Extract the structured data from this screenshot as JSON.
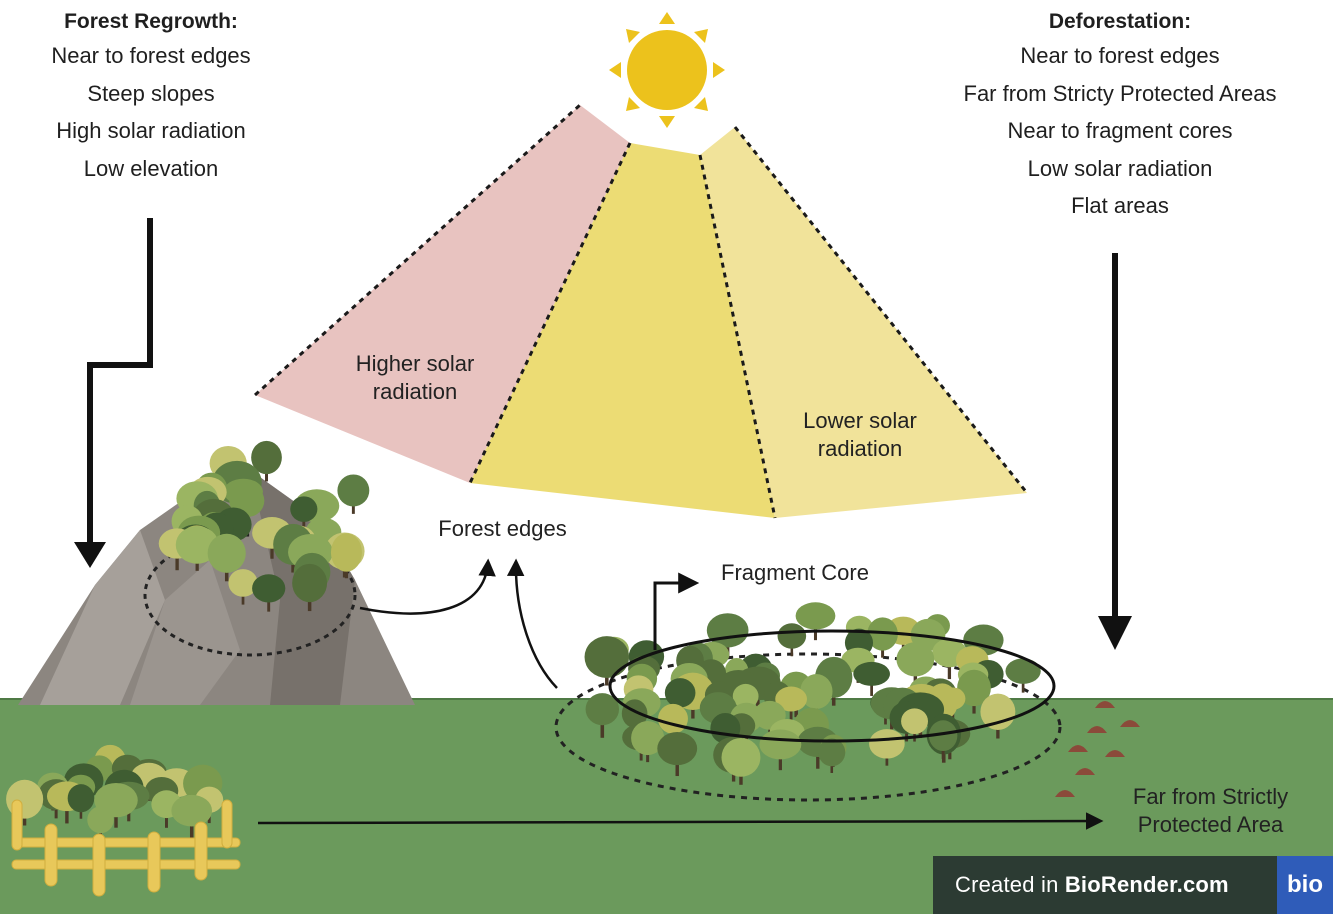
{
  "forest_regrowth": {
    "title": "Forest Regrowth:",
    "items": [
      "Near to forest edges",
      "Steep slopes",
      "High solar radiation",
      "Low elevation"
    ]
  },
  "deforestation": {
    "title": "Deforestation:",
    "items": [
      "Near to forest edges",
      "Far from Stricty Protected Areas",
      "Near to fragment cores",
      "Low solar radiation",
      "Flat areas"
    ]
  },
  "labels": {
    "higher_solar": "Higher solar radiation",
    "lower_solar": "Lower solar radiation",
    "forest_edges": "Forest edges",
    "fragment_core": "Fragment Core",
    "protected_area": "Far from Strictly Protected Area"
  },
  "badge": {
    "prefix": "Created in ",
    "brand": "BioRender.com",
    "logo": "bio"
  },
  "colors": {
    "ground": "#6b9a5c",
    "pink_face": "#e8c3c0",
    "yellow_face": "#ecdc74",
    "light_yellow_face": "#f1e39a",
    "sun": "#ecc21c",
    "badge_bg": "#2c3b33",
    "badge_logo": "#2f5cb9"
  }
}
